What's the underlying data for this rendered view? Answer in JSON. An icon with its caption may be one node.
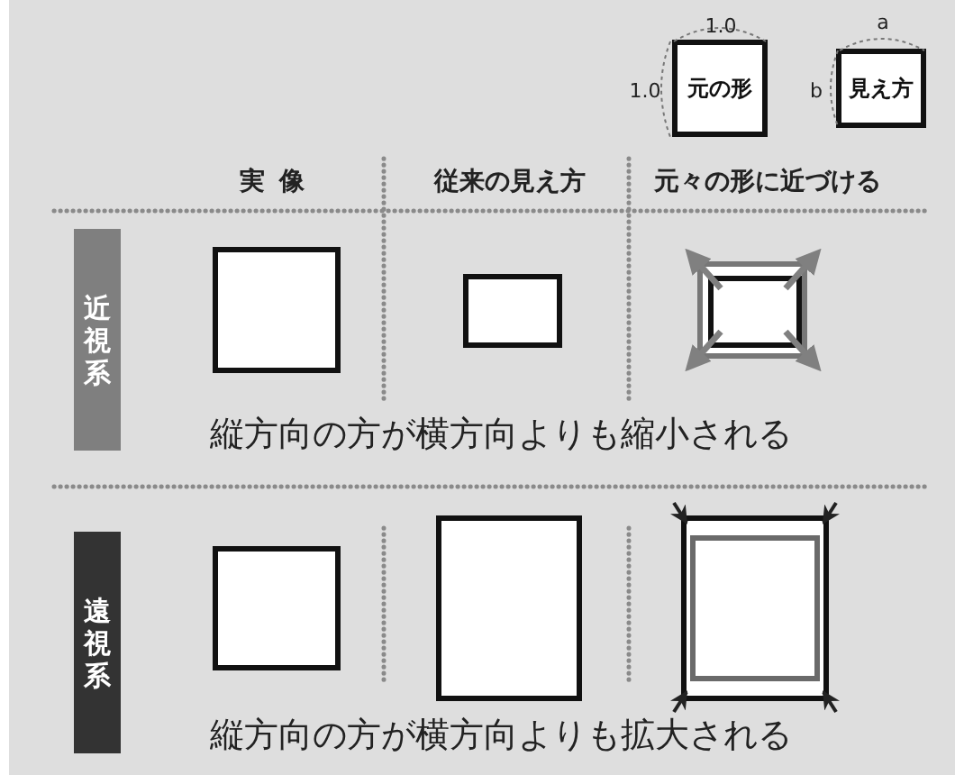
{
  "diagram": {
    "nodes": [
      {
        "text": [
          "元の形"
        ]
      },
      {
        "text": [
          "見え方"
        ]
      },
      {
        "text": [
          "近視系"
        ]
      },
      {
        "text": [],
        "shape": "box"
      },
      {
        "text": [],
        "shape": "box"
      },
      {
        "text": [],
        "shape": "box"
      },
      {
        "text": [
          "遠視系"
        ]
      },
      {
        "text": [],
        "shape": "box"
      },
      {
        "text": [],
        "shape": "box"
      },
      {
        "text": [],
        "shape": "box"
      }
    ],
    "labels": [
      "1.0",
      "1.0",
      "a",
      "b",
      "実像",
      "従来の見え方",
      "元々の形に近づける",
      "縦方向の方が横方向よりも縮小される",
      "縦方向の方が横方向よりも拡大される"
    ]
  }
}
